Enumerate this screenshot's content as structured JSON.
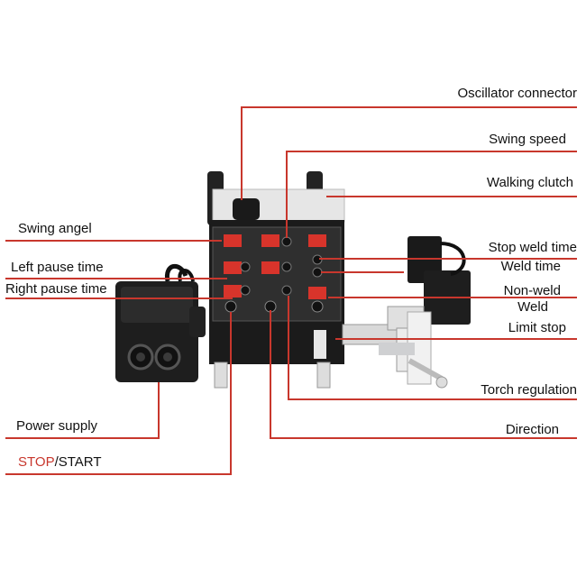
{
  "labels": {
    "oscillator_connector": "Oscillator connector",
    "swing_speed": "Swing speed",
    "walking_clutch": "Walking clutch",
    "swing_angel": "Swing angel",
    "stop_weld_time": "Stop weld time",
    "weld_time": "Weld time",
    "left_pause_time": "Left pause time",
    "right_pause_time": "Right pause time",
    "non_weld": "Non-weld",
    "weld": "Weld",
    "limit_stop": "Limit stop",
    "torch_regulation": "Torch regulation",
    "power_supply": "Power supply",
    "direction": "Direction",
    "stop_start": {
      "stop": "STOP",
      "sep": "/",
      "start": "START"
    }
  },
  "colors": {
    "leader_line": "#c8372d",
    "accent_text": "#c8372d",
    "text": "#111111",
    "device_body": "#1b1b1b",
    "panel": "#2a2a2a",
    "display": "#d8342b",
    "metal": "#cfd0d2"
  }
}
